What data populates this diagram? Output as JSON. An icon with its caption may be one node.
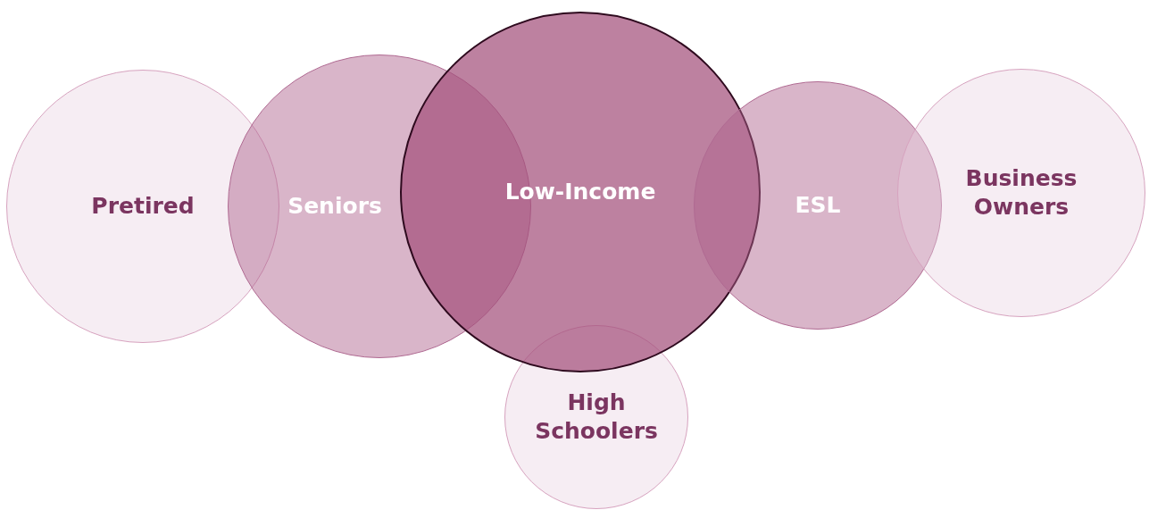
{
  "diagram": {
    "nodes": [
      {
        "text": [
          "Pretired"
        ]
      },
      {
        "text": [
          "Seniors"
        ]
      },
      {
        "text": [
          "Low-Income"
        ]
      },
      {
        "text": [
          "ESL"
        ]
      },
      {
        "text": [
          "Business Owners"
        ]
      },
      {
        "text": [
          "High Schoolers"
        ]
      }
    ]
  }
}
